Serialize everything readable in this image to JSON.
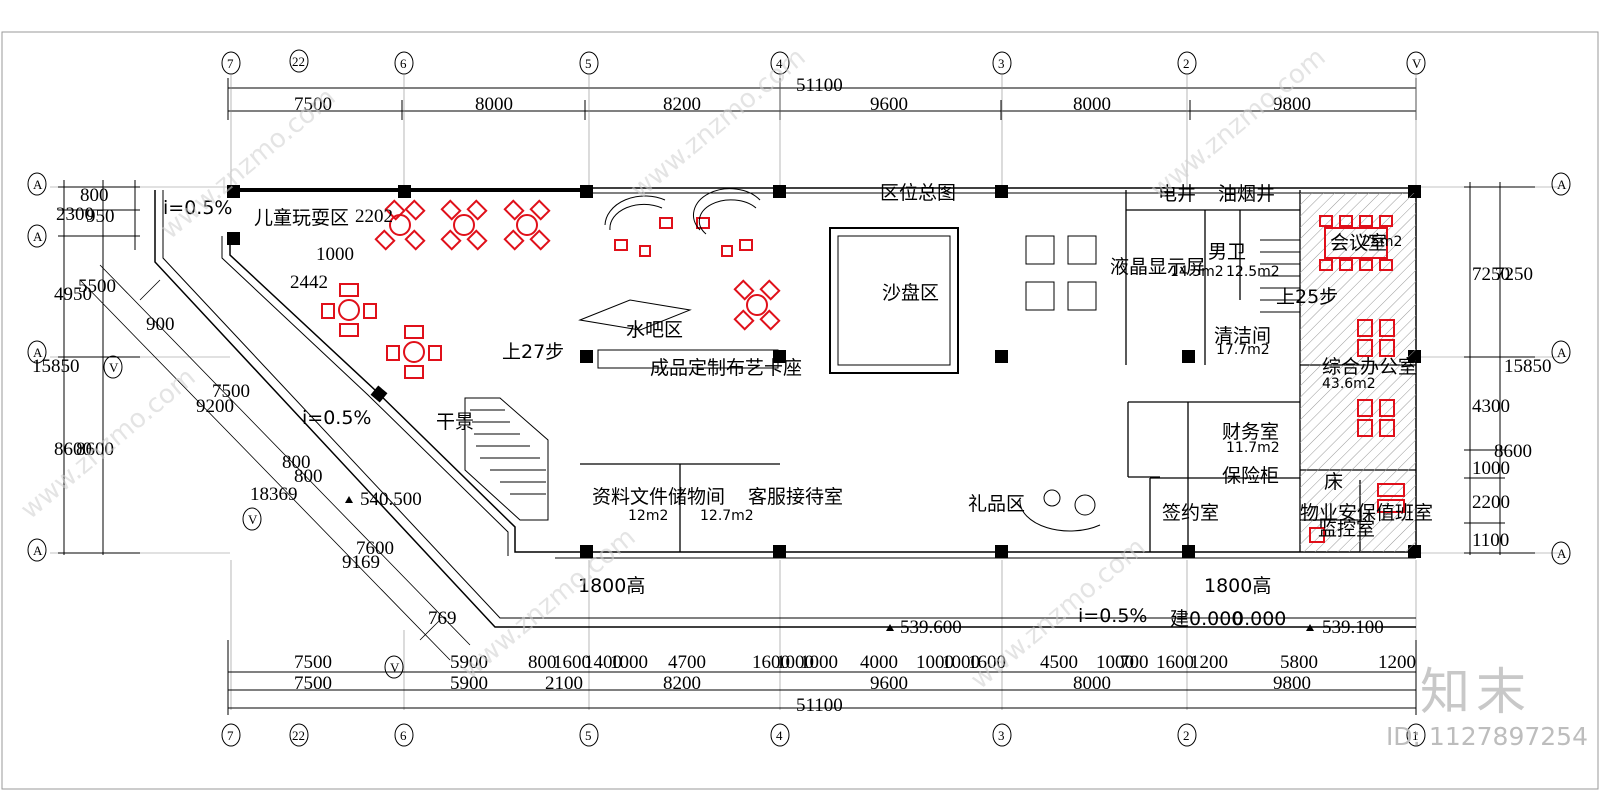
{
  "rooms": {
    "zone_map": "区位总图",
    "kids_area": "儿童玩耍区",
    "sand_table": "沙盘区",
    "water_bar": "水吧区",
    "sofa_seat": "成品定制布艺卡座",
    "up27": "上27步",
    "dry_scape": "干景",
    "docs_room": "资料文件储物间",
    "docs_area": "12m2",
    "handover_room": "客服接待室",
    "handover_area": "12.7m2",
    "gift_area": "礼品区",
    "sign_room": "签约室",
    "elec_well": "电井",
    "smoke_well": "油烟井",
    "lcd": "液晶显示屏",
    "wc": "男卫",
    "wc_area": "14.5m2",
    "wc2_area": "12.5m2",
    "meeting": "会议室",
    "meeting_area": "25m2",
    "up25": "上25步",
    "clean_room": "清洁间",
    "clean_area": "17.7m2",
    "office": "综合办公室",
    "office_area": "43.6m2",
    "finance": "财务室",
    "finance_area": "11.7m2",
    "safe": "保险柜",
    "bed": "床",
    "security": "物业安保值班室",
    "monitor": "监控室",
    "h1": "1800高",
    "h2": "1800高",
    "build_level": "建0.000",
    "level_text": "0.000"
  },
  "slopes": {
    "s1": "i=0.5%",
    "s2": "i=0.5%",
    "s3": "i=0.5%"
  },
  "elevations": {
    "e1": "540.500",
    "e2": "539.600",
    "e3": "539.100"
  },
  "dims_top": {
    "total": "51100",
    "d1": "7500",
    "d2": "8000",
    "d3": "8200",
    "d4": "9600",
    "d5": "8000",
    "d6": "9800"
  },
  "dims_bottom_1": [
    "7500",
    "5900",
    "800",
    "1600",
    "1400",
    "1000",
    "4700",
    "1600",
    "1000",
    "1000",
    "4000",
    "1000",
    "1000",
    "1600",
    "4500",
    "1000",
    "700",
    "1600",
    "1200",
    "5800",
    "1200"
  ],
  "dims_bottom_2": {
    "d1": "7500",
    "d2": "5900",
    "d3": "2100",
    "d4": "8200",
    "d5": "9600",
    "d6": "8000",
    "d7": "9800",
    "total": "51100"
  },
  "dims_left": {
    "l1": "800",
    "l2": "2300",
    "l3": "950",
    "l4": "4950",
    "l5": "5500",
    "l6": "15850",
    "l7": "8600",
    "l8": "8600"
  },
  "dims_right": {
    "r1": "7250",
    "r2": "7250",
    "r3": "15850",
    "r4": "4300",
    "r5": "8600",
    "r6": "1000",
    "r7": "2200",
    "r8": "1100"
  },
  "dims_diag": {
    "d1": "900",
    "d2": "7500",
    "d3": "9200",
    "d4": "800",
    "d5": "800",
    "d6": "18369",
    "d7": "7600",
    "d8": "9169",
    "d9": "769",
    "d10": "2202",
    "d11": "1000",
    "d12": "2442"
  },
  "axes": {
    "a7": "7",
    "a22": "22",
    "a6": "6",
    "a5": "5",
    "a4": "4",
    "a3": "3",
    "a2": "2",
    "a1": "1",
    "rowA": "A",
    "rowV": "V"
  },
  "watermark": {
    "site": "www.znzmo.com",
    "brand": "知末",
    "id": "ID: 1127897254"
  },
  "colors": {
    "furniture": "#e0101a",
    "hatch": "#999999",
    "line": "#000000"
  }
}
